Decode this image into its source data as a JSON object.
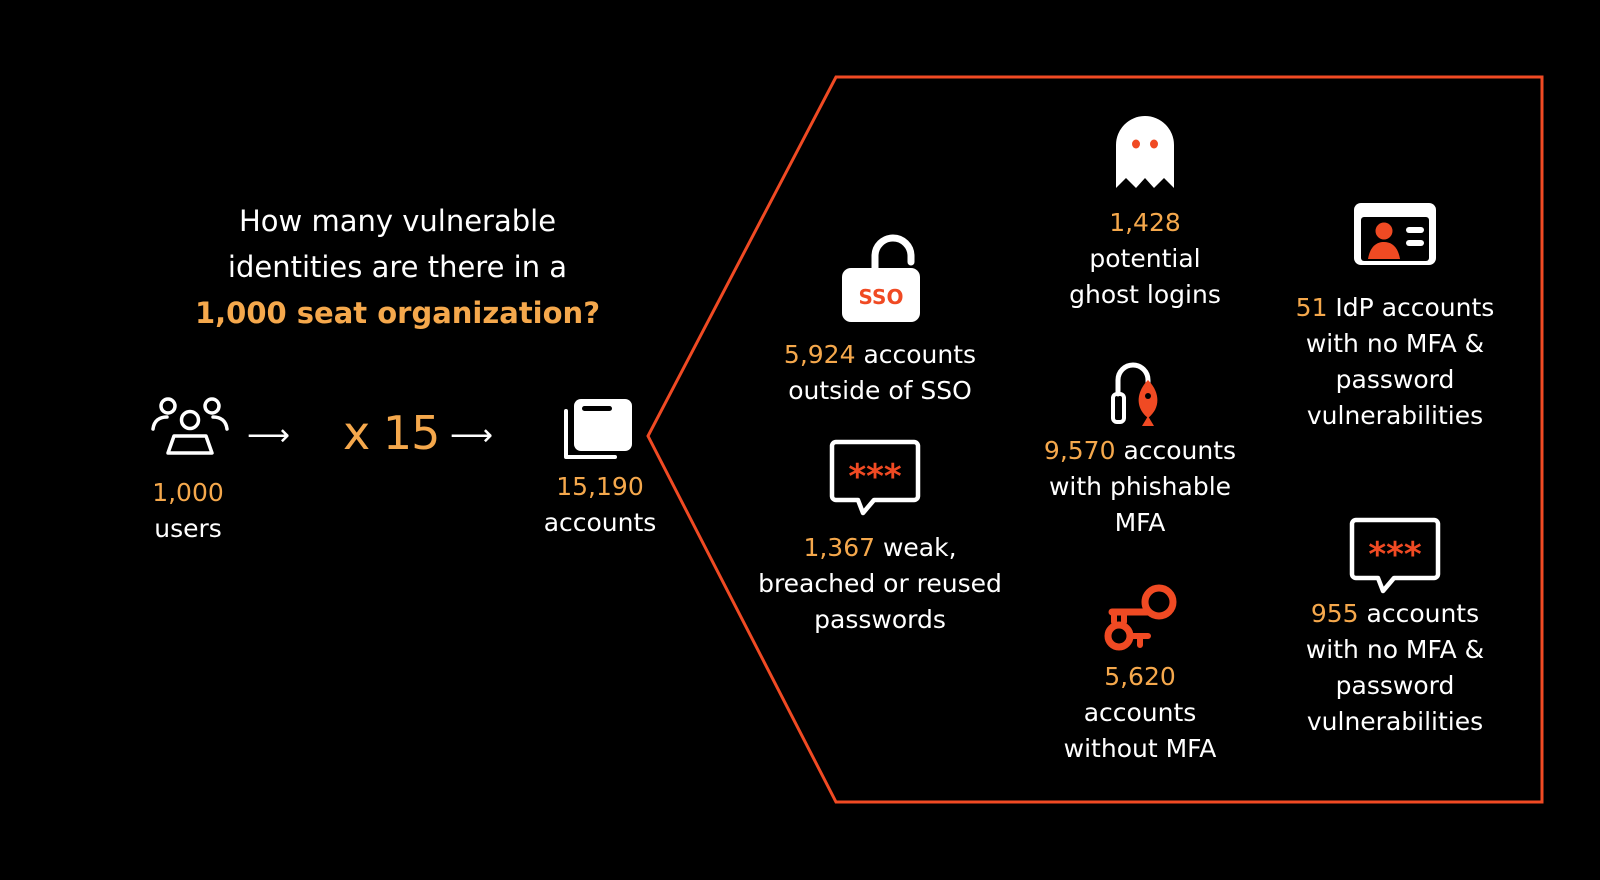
{
  "colors": {
    "background": "#000000",
    "text": "#ffffff",
    "number": "#f5a84c",
    "accent": "#f04a23"
  },
  "headline": {
    "line1": "How many vulnerable",
    "line2": "identities are there in a",
    "highlight": "1,000 seat organization?"
  },
  "users": {
    "icon": "users-icon",
    "count": "1,000",
    "label": "users"
  },
  "arrow_glyph": "⟶",
  "multiplier": "x 15",
  "accounts": {
    "icon": "window-stack-icon",
    "count": "15,190",
    "label": "accounts"
  },
  "stats": {
    "sso": {
      "icon": "unlocked-padlock-icon",
      "badge": "SSO",
      "number": "5,924",
      "line1": " accounts",
      "line2": "outside of SSO"
    },
    "weak": {
      "icon": "password-bubble-icon",
      "badge": "***",
      "number": "1,367",
      "line1": " weak,",
      "line2": "breached or reused",
      "line3": "passwords"
    },
    "ghost": {
      "icon": "ghost-icon",
      "number": "1,428",
      "line1": "potential",
      "line2": "ghost logins"
    },
    "phish": {
      "icon": "phishing-hook-icon",
      "number": "9,570",
      "line1": " accounts",
      "line2": "with phishable",
      "line3": "MFA"
    },
    "nomfa": {
      "icon": "key-icon",
      "number": "5,620",
      "line1": "accounts",
      "line2": "without MFA"
    },
    "idp": {
      "icon": "id-card-icon",
      "number": "51",
      "line1": " IdP accounts",
      "line2": "with no MFA &",
      "line3": "password",
      "line4": "vulnerabilities"
    },
    "pwd": {
      "icon": "password-bubble-icon",
      "badge": "***",
      "number": "955",
      "line1": " accounts",
      "line2": "with no MFA &",
      "line3": "password",
      "line4": "vulnerabilities"
    }
  }
}
